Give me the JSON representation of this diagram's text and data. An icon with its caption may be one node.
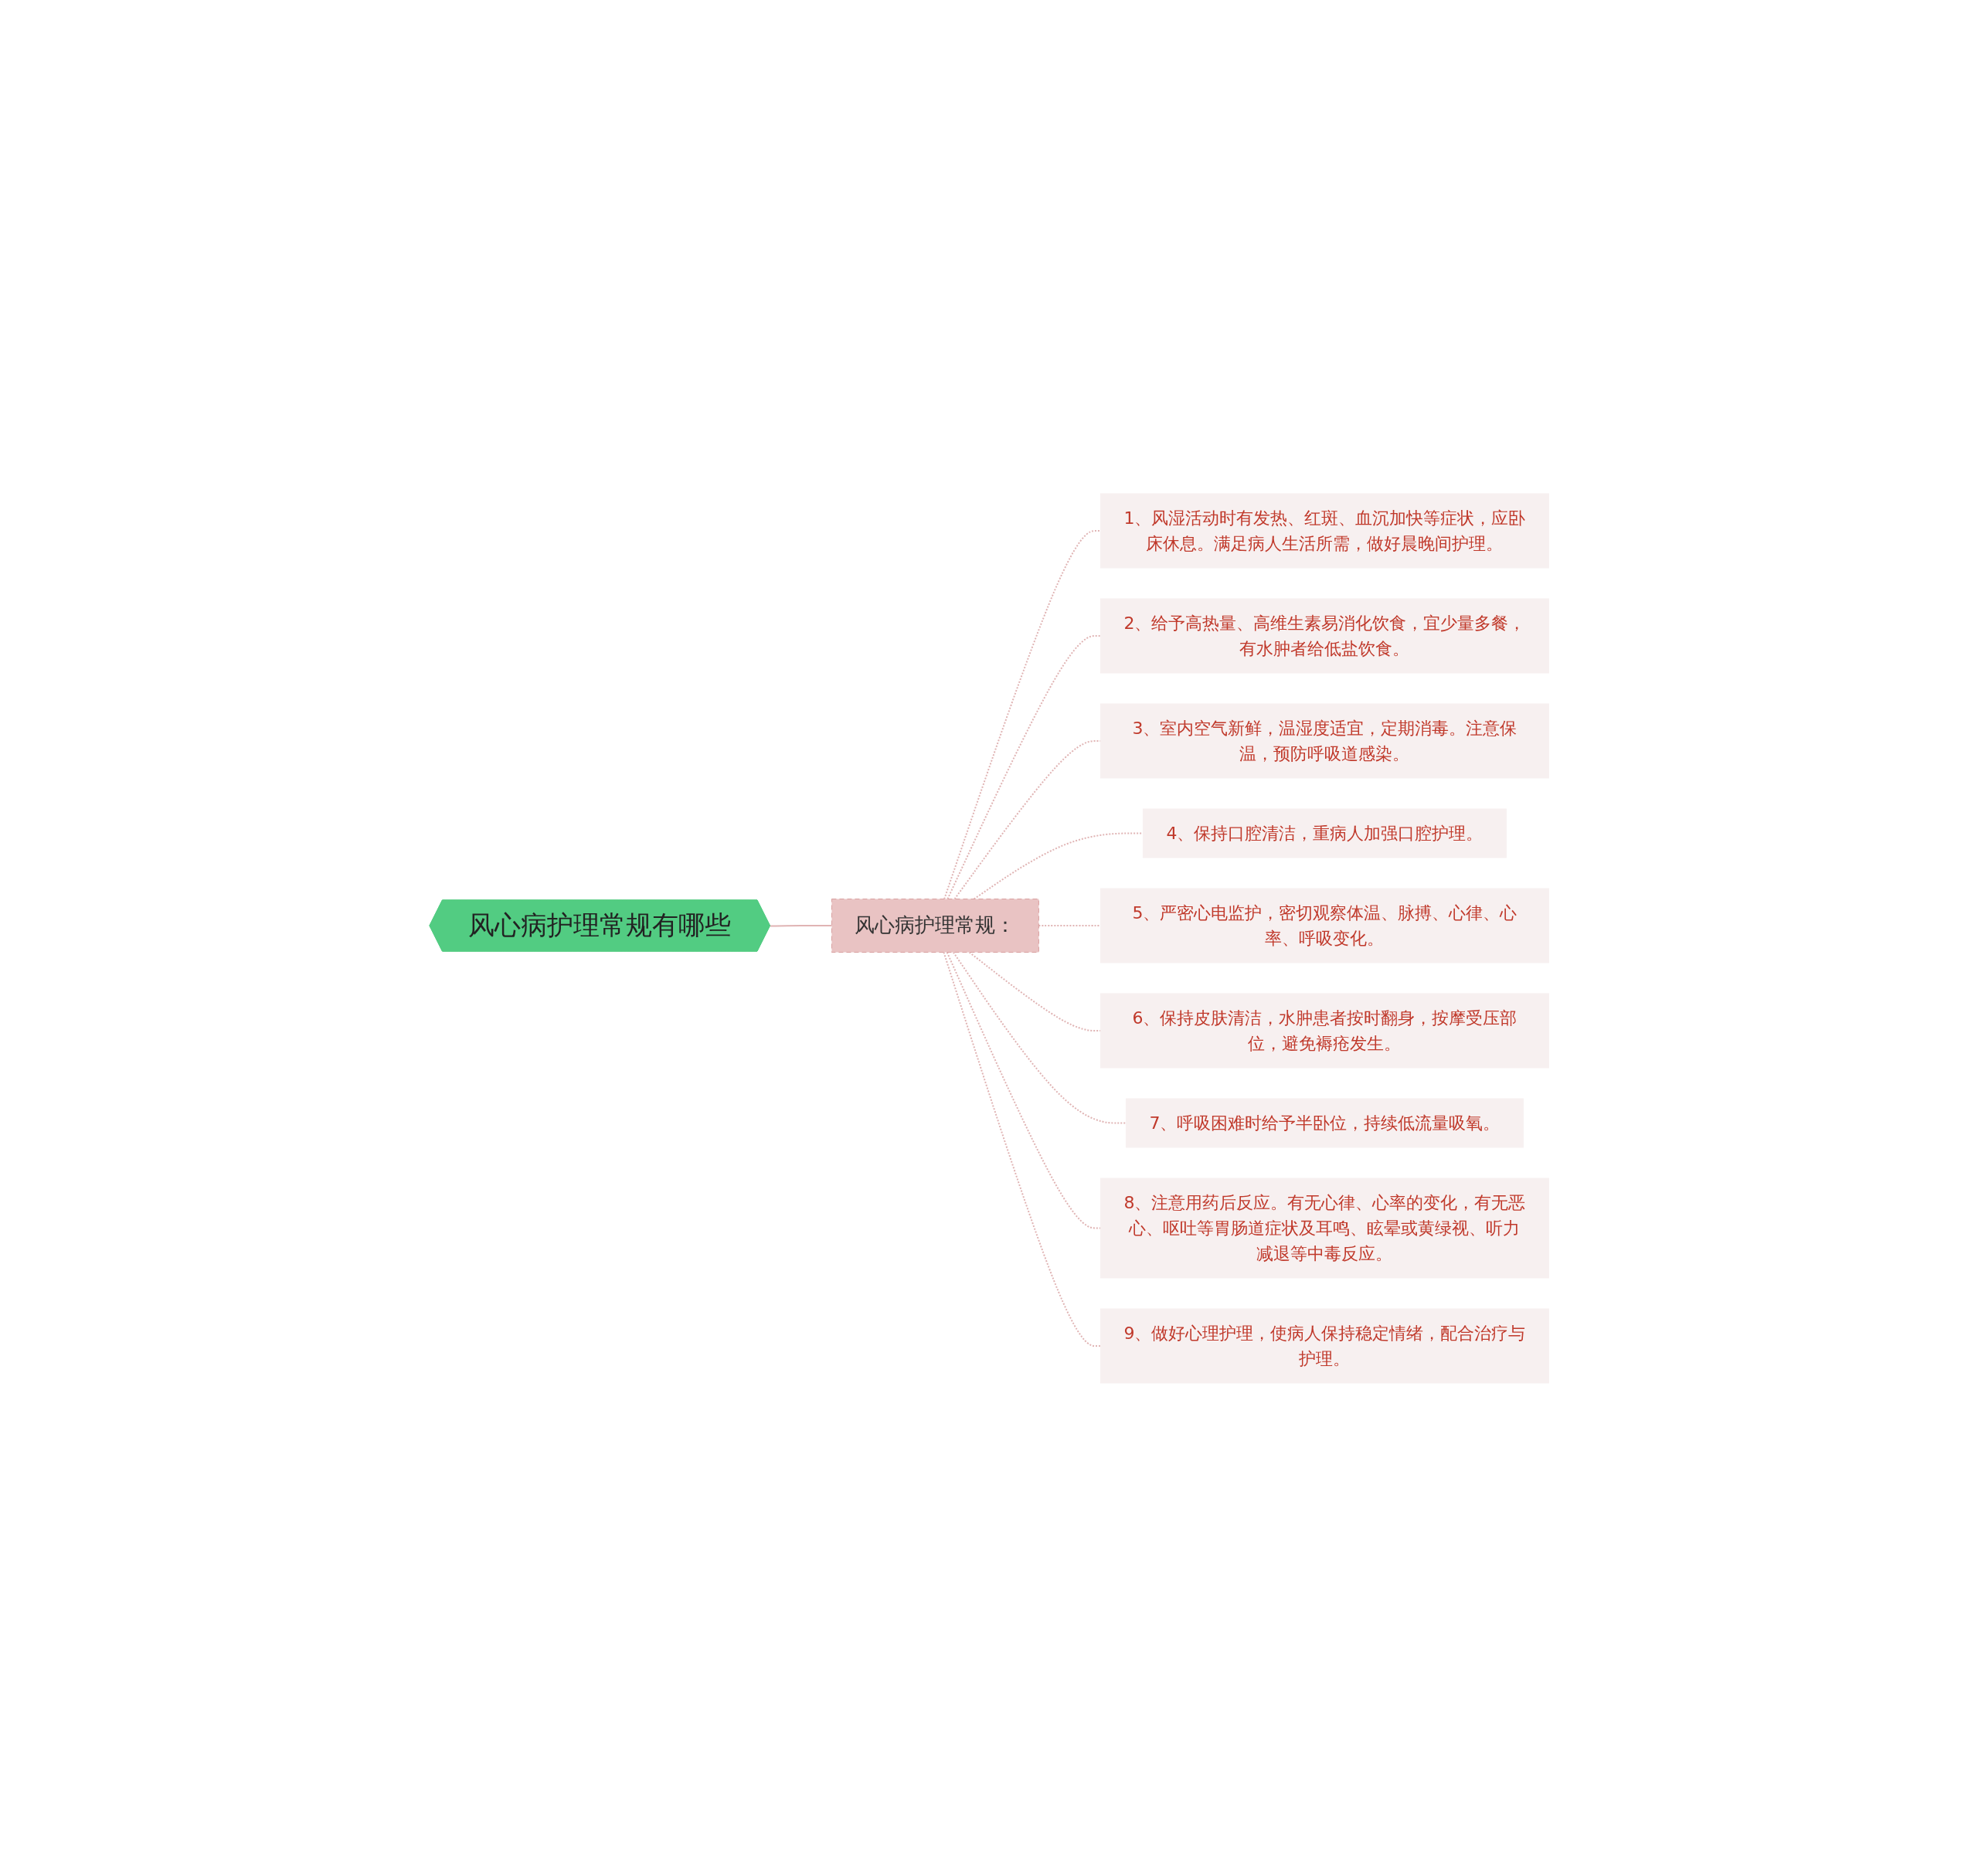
{
  "diagram": {
    "nodes": [
      {
        "text": [
          "风心病护理常规有哪些"
        ]
      },
      {
        "text": [
          "风心病护理常规："
        ]
      },
      {
        "text": [
          "1、风湿活动时有发热、红斑、血沉加快等症状，应卧床休息。满足病人生活所需，做好晨晚间护理。"
        ]
      },
      {
        "text": [
          "2、给予高热量、高维生素易消化饮食，宜少量多餐，有水肿者给低盐饮食。"
        ]
      },
      {
        "text": [
          "3、室内空气新鲜，温湿度适宜，定期消毒。注意保温，预防呼吸道感染。"
        ]
      },
      {
        "text": [
          "4、保持口腔清洁，重病人加强口腔护理。"
        ]
      },
      {
        "text": [
          "5、严密心电监护，密切观察体温、脉搏、心律、心率、呼吸变化。"
        ]
      },
      {
        "text": [
          "6、保持皮肤清洁，水肿患者按时翻身，按摩受压部位，避免褥疮发生。"
        ]
      },
      {
        "text": [
          "7、呼吸困难时给予半卧位，持续低流量吸氧。"
        ]
      },
      {
        "text": [
          "8、注意用药后反应。有无心律、心率的变化，有无恶心、呕吐等胃肠道症状及耳鸣、眩晕或黄绿视、听力减退等中毒反应。"
        ]
      },
      {
        "text": [
          "9、做好心理护理，使病人保持稳定情绪，配合治疗与护理。"
        ]
      }
    ],
    "edges": [
      {
        "from": 0,
        "to": 1,
        "arrow": "none"
      },
      {
        "from": 1,
        "to": 2,
        "arrow": "none",
        "style": "dashed"
      },
      {
        "from": 1,
        "to": 3,
        "arrow": "none",
        "style": "dashed"
      },
      {
        "from": 1,
        "to": 4,
        "arrow": "none",
        "style": "dashed"
      },
      {
        "from": 1,
        "to": 5,
        "arrow": "none",
        "style": "dashed"
      },
      {
        "from": 1,
        "to": 6,
        "arrow": "none",
        "style": "dashed"
      },
      {
        "from": 1,
        "to": 7,
        "arrow": "none",
        "style": "dashed"
      },
      {
        "from": 1,
        "to": 8,
        "arrow": "none",
        "style": "dashed"
      },
      {
        "from": 1,
        "to": 9,
        "arrow": "none",
        "style": "dashed"
      },
      {
        "from": 1,
        "to": 10,
        "arrow": "none",
        "style": "dashed"
      }
    ]
  }
}
